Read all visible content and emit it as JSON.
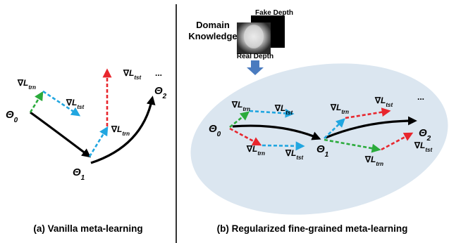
{
  "left_panel": {
    "caption": "(a) Vanilla meta-learning",
    "theta0": {
      "sym": "Θ",
      "sub": "0"
    },
    "theta1": {
      "sym": "Θ",
      "sub": "1"
    },
    "theta2": {
      "sym": "Θ",
      "sub": "2"
    },
    "grad_trn_1": {
      "pre": "∇",
      "L": "L",
      "sub": "trn"
    },
    "grad_tst_1": {
      "pre": "∇",
      "L": "L",
      "sub": "tst"
    },
    "grad_trn_2": {
      "pre": "∇",
      "L": "L",
      "sub": "trn"
    },
    "grad_tst_2": {
      "pre": "∇",
      "L": "L",
      "sub": "tst"
    },
    "ellipsis": "..."
  },
  "right_panel": {
    "caption": "(b) Regularized fine-grained meta-learning",
    "domain_knowledge_line1": "Domain",
    "domain_knowledge_line2": "Knowledge",
    "fake_depth_label": "Fake Depth",
    "real_depth_label": "Real Depth",
    "theta0": {
      "sym": "Θ",
      "sub": "0"
    },
    "theta1": {
      "sym": "Θ",
      "sub": "1"
    },
    "theta2": {
      "sym": "Θ",
      "sub": "2"
    },
    "grad_trn_a": {
      "pre": "∇",
      "L": "L",
      "sub": "trn"
    },
    "grad_tst_a": {
      "pre": "∇",
      "L": "L",
      "sub": "tst"
    },
    "grad_trn_b": {
      "pre": "∇",
      "L": "L",
      "sub": "trn"
    },
    "grad_tst_b": {
      "pre": "∇",
      "L": "L",
      "sub": "tst"
    },
    "grad_trn_c": {
      "pre": "∇",
      "L": "L",
      "sub": "trn"
    },
    "grad_tst_c": {
      "pre": "∇",
      "L": "L",
      "sub": "tst"
    },
    "grad_trn_d": {
      "pre": "∇",
      "L": "L",
      "sub": "trn"
    },
    "grad_tst_d": {
      "pre": "∇",
      "L": "L",
      "sub": "tst"
    },
    "ellipsis": "..."
  },
  "colors": {
    "trn_arrow": "#2bab3c",
    "tst_arrow": "#21a6e0",
    "reg_arrow": "#e8262d",
    "main_path": "#000000",
    "ellipse_fill": "#dbe6f0",
    "down_arrow": "#4a7bbf",
    "divider": "#000000"
  }
}
